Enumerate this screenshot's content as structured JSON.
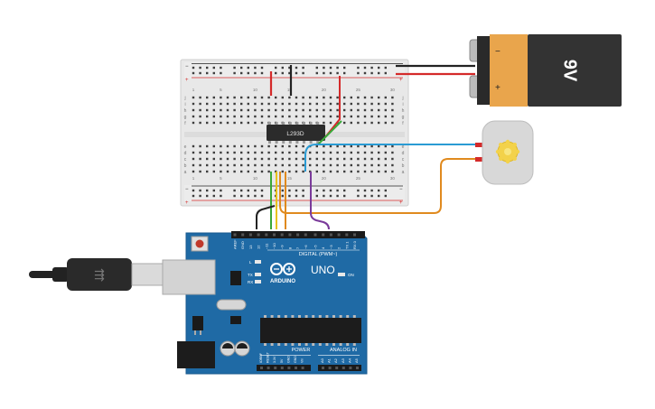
{
  "chip": {
    "label": "L293D"
  },
  "battery": {
    "label": "9V",
    "neg_symbol": "−",
    "pos_symbol": "+"
  },
  "arduino": {
    "brand": "ARDUINO",
    "model": "UNO",
    "digital_header": "DIGITAL (PWM~)",
    "power_header": "POWER",
    "analog_header": "ANALOG IN",
    "on_label": "ON",
    "tx_label": "TX",
    "rx_label": "RX",
    "l_label": "L",
    "digital_pins": [
      "AREF",
      "GND",
      "13",
      "12",
      "~11",
      "~10",
      "~9",
      "8",
      "7",
      "~6",
      "~5",
      "4",
      "~3",
      "2",
      "TX 1",
      "RX 0"
    ],
    "power_pins": [
      "IOREF",
      "RESET",
      "3.3V",
      "5V",
      "GND",
      "GND",
      "Vin"
    ],
    "analog_pins": [
      "A0",
      "A1",
      "A2",
      "A3",
      "A4",
      "A5"
    ]
  },
  "breadboard": {
    "col_numbers": [
      "1",
      "5",
      "10",
      "15",
      "20",
      "25",
      "30"
    ],
    "row_letters_top": [
      "j",
      "i",
      "h",
      "g",
      "f"
    ],
    "row_letters_bottom": [
      "e",
      "d",
      "c",
      "b",
      "a"
    ],
    "rail_minus": "−",
    "rail_plus": "+"
  },
  "colors": {
    "wire_red": "#d42a2a",
    "wire_black": "#222222",
    "wire_green": "#3aa83a",
    "wire_blue": "#2a9bd4",
    "wire_orange": "#e08a1e",
    "wire_yellow": "#e8c21a",
    "wire_purple": "#7a3a9a",
    "arduino_board": "#1f6aa5",
    "battery_body": "#333333",
    "battery_cap": "#e9a54c"
  }
}
